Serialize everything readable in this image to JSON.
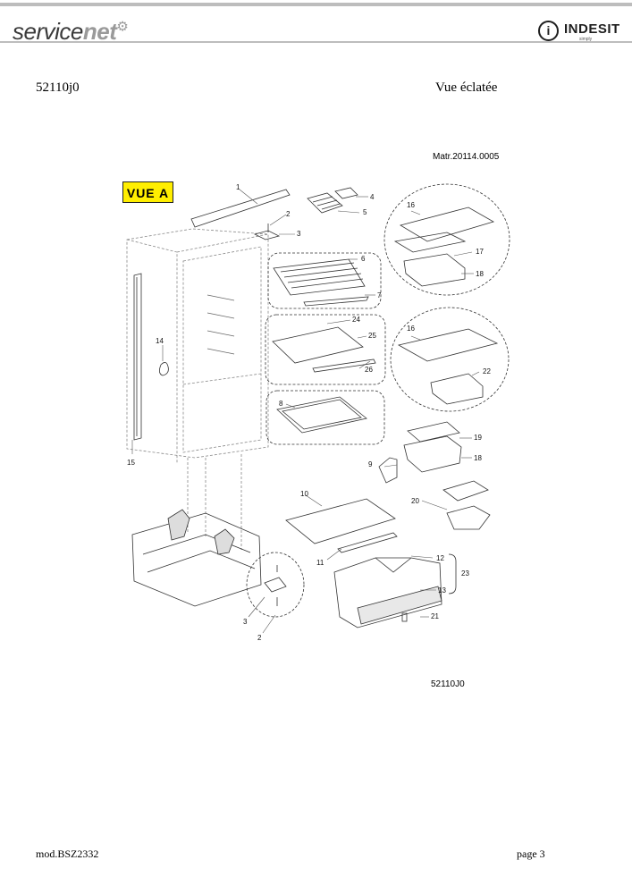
{
  "header": {
    "brand_left_main": "service",
    "brand_left_accent": "net",
    "brand_right": "INDESIT",
    "brand_right_sub": "simply",
    "brand_right_logo_letter": "i"
  },
  "doc": {
    "code": "52110j0",
    "title": "Vue éclatée",
    "matr": "Matr.20114.0005",
    "view_label": "VUE A",
    "drawing_ref": "52110J0",
    "model": "mod.BSZ2332",
    "page": "page 3"
  },
  "callouts": {
    "c1": "1",
    "c2": "2",
    "c3": "3",
    "c4": "4",
    "c5": "5",
    "c6": "6",
    "c7": "7",
    "c8": "8",
    "c9": "9",
    "c10": "10",
    "c11": "11",
    "c12": "12",
    "c13": "13",
    "c14": "14",
    "c15": "15",
    "c16": "16",
    "c17": "17",
    "c18": "18",
    "c19": "19",
    "c20": "20",
    "c21": "21",
    "c22": "22",
    "c23": "23",
    "c24": "24",
    "c25": "25",
    "c26": "26"
  },
  "colors": {
    "header_rule": "#bdbdbd",
    "view_badge": "#ffee00"
  }
}
